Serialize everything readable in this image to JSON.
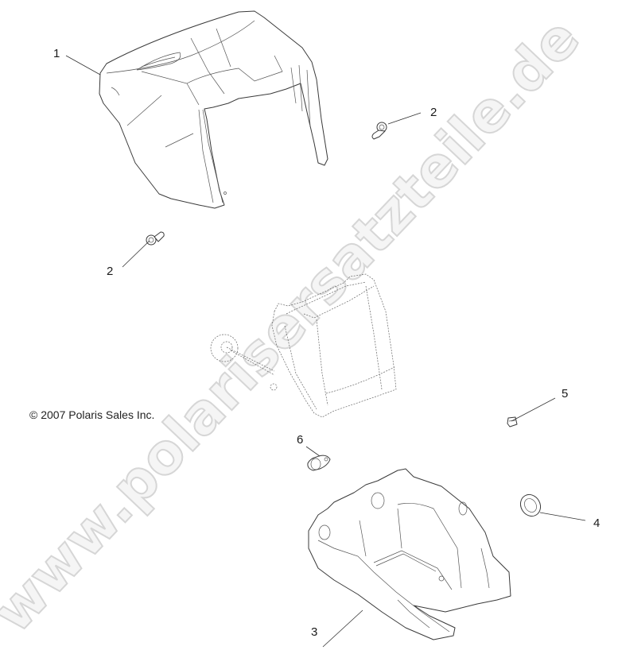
{
  "diagram": {
    "type": "exploded-parts-diagram",
    "copyright": "© 2007 Polaris Sales Inc.",
    "watermark": "www.polarisersatzteile.de",
    "callouts": [
      {
        "id": "c1",
        "label": "1",
        "part": "upper-headlight-pod-cover"
      },
      {
        "id": "c2a",
        "label": "2",
        "part": "screw"
      },
      {
        "id": "c2b",
        "label": "2",
        "part": "screw"
      },
      {
        "id": "c3",
        "label": "3",
        "part": "lower-headlight-pod-housing"
      },
      {
        "id": "c4",
        "label": "4",
        "part": "grommet-ring"
      },
      {
        "id": "c5",
        "label": "5",
        "part": "clip-nut"
      },
      {
        "id": "c6",
        "label": "6",
        "part": "bulb-socket-cap"
      }
    ],
    "reference_part": "headlight-assembly",
    "colors": {
      "line": "#3a3a3a",
      "watermark_stroke": "#d8d8d8",
      "watermark_fill": "#f4f4f4",
      "background": "#ffffff"
    }
  }
}
